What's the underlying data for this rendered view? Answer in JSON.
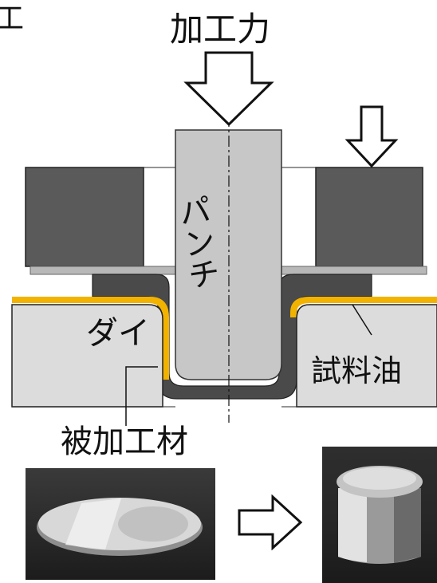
{
  "labels": {
    "top_left_fragment": "工",
    "force": "加工力",
    "punch": "パンチ",
    "die": "ダイ",
    "lubricant": "試料油",
    "workpiece": "被加工材"
  },
  "colors": {
    "punch_fill": "#c7c7c7",
    "holder_fill": "#5a5a5a",
    "die_fill": "#dcdcdc",
    "workpiece_fill": "#4a4a4a",
    "oil": "#f2b200",
    "pad_fill": "#b8b8b8"
  },
  "icons": {
    "force_arrow": "down-arrow-icon",
    "holder_arrow": "down-arrow-icon",
    "process_arrow": "right-arrow-icon"
  }
}
